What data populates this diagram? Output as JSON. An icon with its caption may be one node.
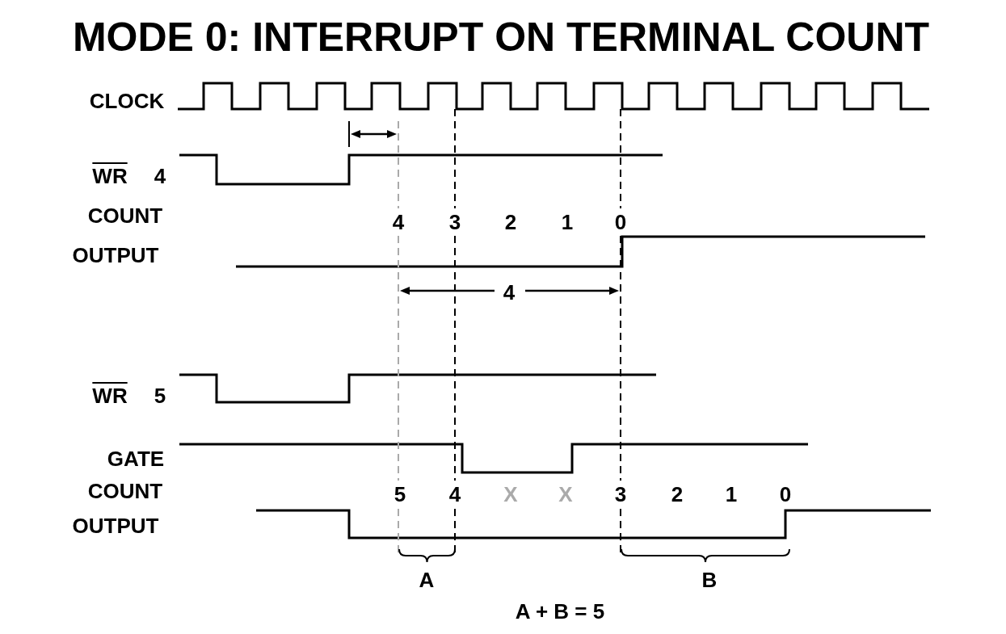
{
  "diagram": {
    "title": "MODE 0: INTERRUPT ON TERMINAL COUNT",
    "labels": [
      "CLOCK",
      "WR",
      "4",
      "COUNT",
      "4",
      "3",
      "2",
      "1",
      "0",
      "OUTPUT",
      "4",
      "WR",
      "5",
      "GATE",
      "COUNT",
      "5",
      "4",
      "X",
      "X",
      "3",
      "2",
      "1",
      "0",
      "OUTPUT",
      "A",
      "B",
      "A + B = 5"
    ]
  }
}
